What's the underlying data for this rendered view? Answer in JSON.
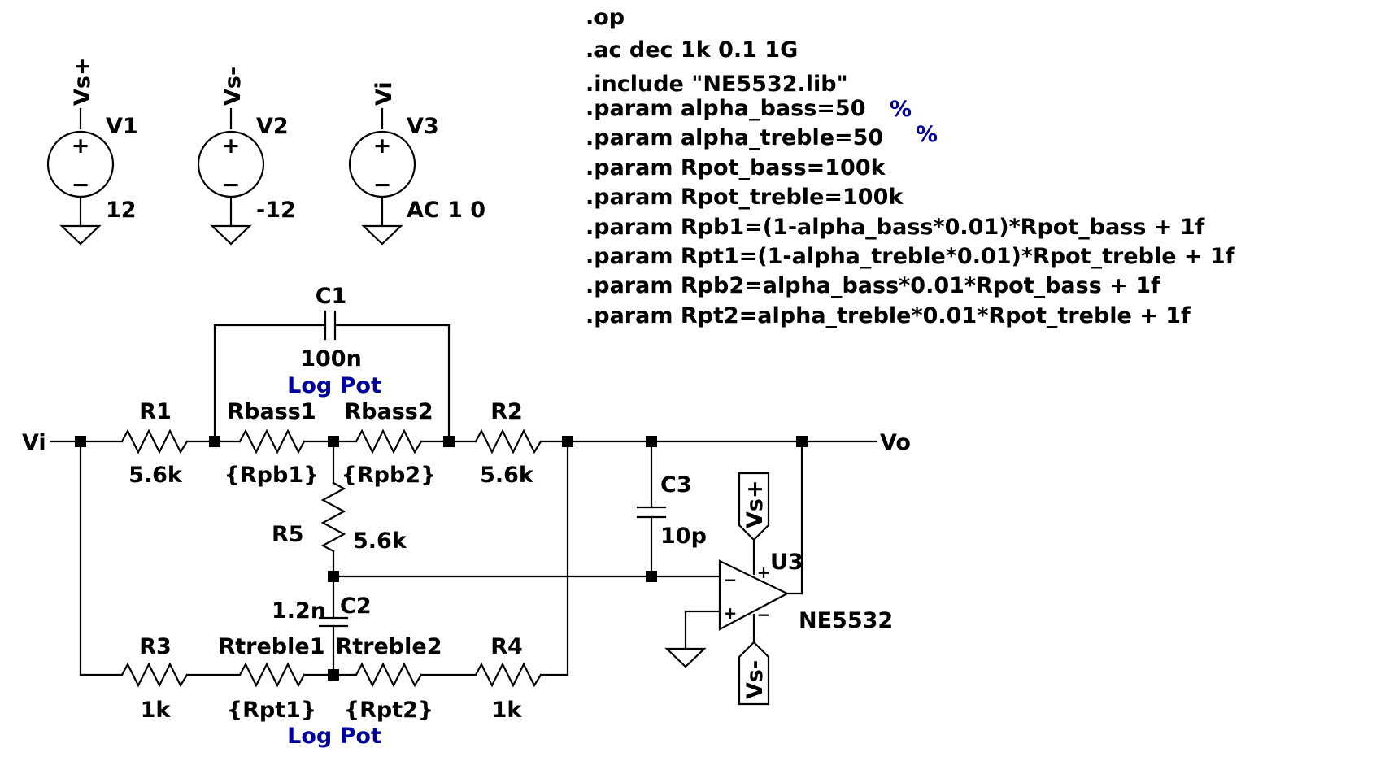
{
  "directives": [
    ".op",
    ".ac dec 1k 0.1 1G",
    ".include \"NE5532.lib\"",
    ".param alpha_bass=50",
    ".param alpha_treble=50",
    ".param Rpot_bass=100k",
    ".param Rpot_treble=100k",
    ".param Rpb1=(1-alpha_bass*0.01)*Rpot_bass + 1f",
    ".param Rpt1=(1-alpha_treble*0.01)*Rpot_treble + 1f",
    ".param Rpb2=alpha_bass*0.01*Rpot_bass + 1f",
    ".param Rpt2=alpha_treble*0.01*Rpot_treble + 1f"
  ],
  "percent_mark": "%",
  "sources": {
    "v1": {
      "name": "V1",
      "net": "Vs+",
      "value": "12"
    },
    "v2": {
      "name": "V2",
      "net": "Vs-",
      "value": "-12"
    },
    "v3": {
      "name": "V3",
      "net": "Vi",
      "value": "AC 1 0"
    }
  },
  "components": {
    "c1": {
      "name": "C1",
      "value": "100n"
    },
    "c2": {
      "name": "C2",
      "value": "1.2n"
    },
    "c3": {
      "name": "C3",
      "value": "10p"
    },
    "r1": {
      "name": "R1",
      "value": "5.6k"
    },
    "r2": {
      "name": "R2",
      "value": "5.6k"
    },
    "r3": {
      "name": "R3",
      "value": "1k"
    },
    "r4": {
      "name": "R4",
      "value": "1k"
    },
    "r5": {
      "name": "R5",
      "value": "5.6k"
    },
    "rbass1": {
      "name": "Rbass1",
      "value": "{Rpb1}"
    },
    "rbass2": {
      "name": "Rbass2",
      "value": "{Rpb2}"
    },
    "rtreble1": {
      "name": "Rtreble1",
      "value": "{Rpt1}"
    },
    "rtreble2": {
      "name": "Rtreble2",
      "value": "{Rpt2}"
    },
    "u3": {
      "name": "U3",
      "value": "NE5532"
    }
  },
  "comments": {
    "log_pot_bass": "Log Pot",
    "log_pot_treble": "Log Pot"
  },
  "nets": {
    "vi": "Vi",
    "vo": "Vo",
    "vsp": "Vs+",
    "vsn": "Vs-"
  },
  "opamp_pins": {
    "plus": "+",
    "minus": "−"
  },
  "source_marks": {
    "plus": "+",
    "minus": "−"
  }
}
